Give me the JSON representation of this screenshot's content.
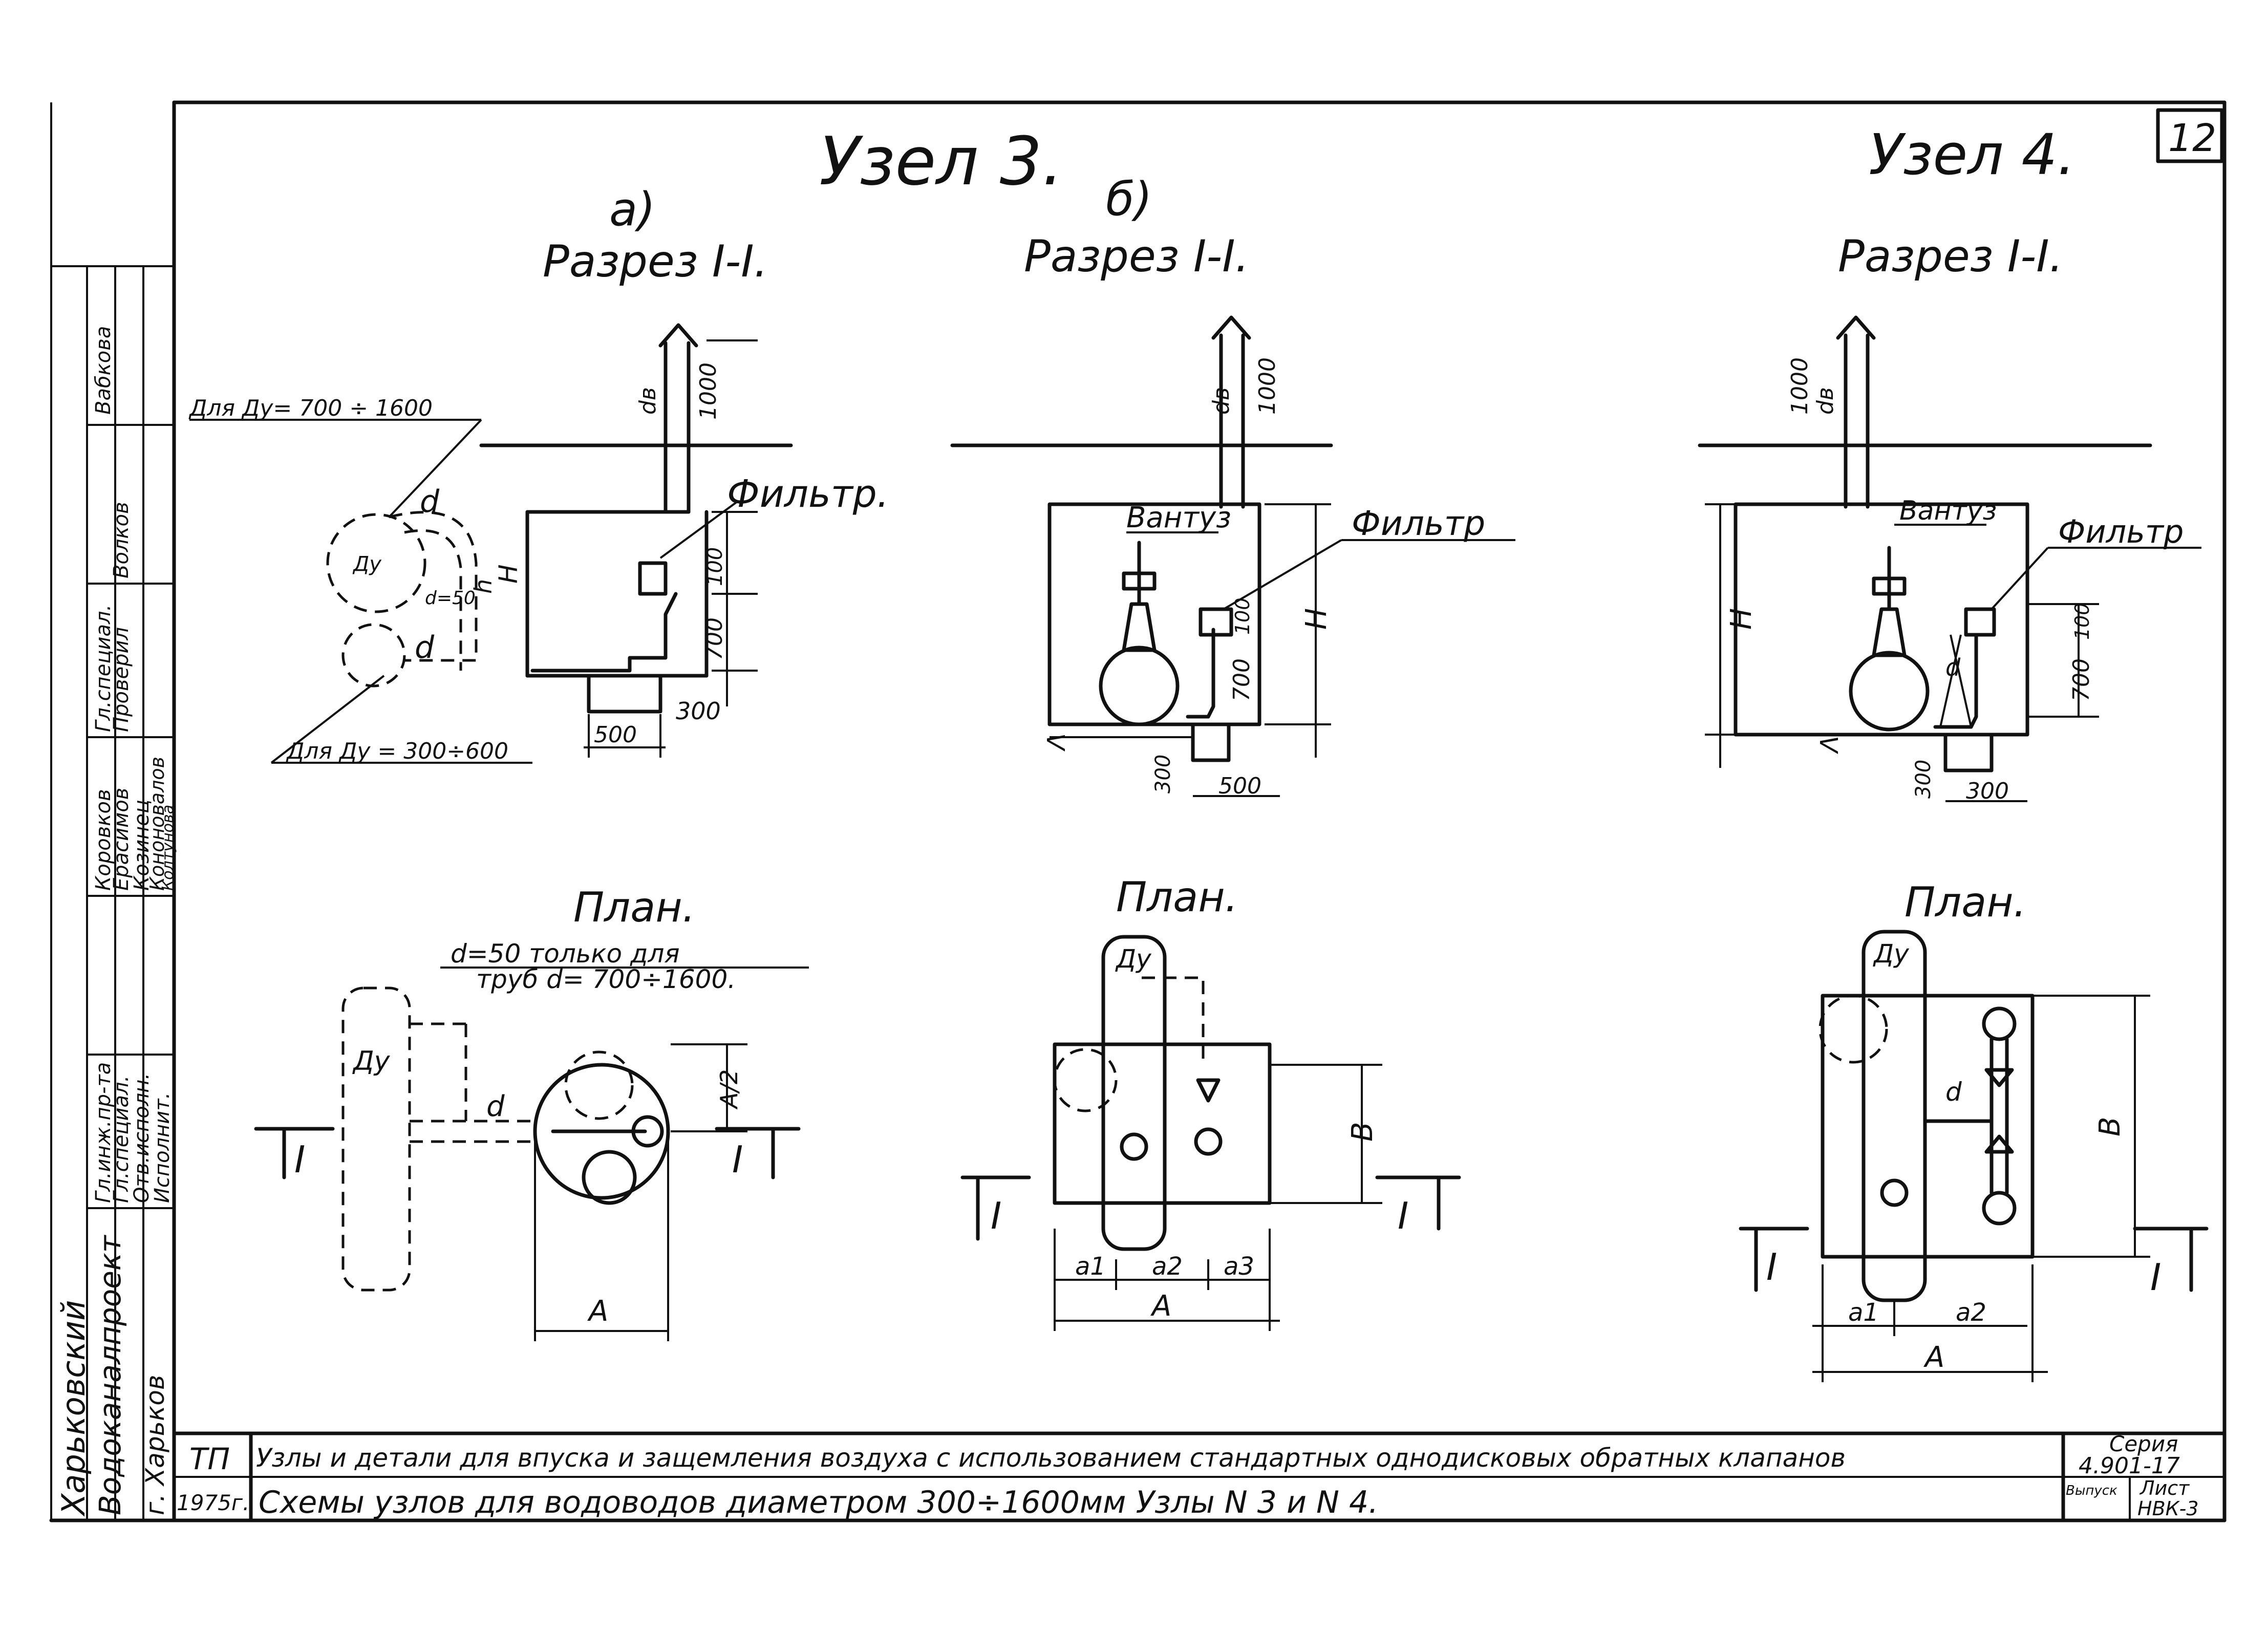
{
  "sheet_number": "12",
  "node3": {
    "title": "Узел 3.",
    "a": {
      "label": "а)",
      "section": "Разрез I-I.",
      "note_large": "Для Ду= 700 ÷ 1600",
      "note_small": "Для Ду = 300÷600",
      "filter": "Фильтр.",
      "dim_d_top": "d",
      "dim_d_bottom": "d",
      "dim_H": "H",
      "dim_h": "h",
      "dim_1000": "1000",
      "dim_dv": "dв",
      "dim_700": "700",
      "dim_100": "100",
      "dim_300": "300",
      "dim_500": "500",
      "dim_50": "d=50",
      "dim_Dy": "Ду",
      "plan_title": "План.",
      "plan_note_1": "d=50  только для",
      "plan_note_2": "труб d= 700÷1600.",
      "plan_Dy": "Ду",
      "plan_d": "d",
      "plan_A2": "А/2",
      "plan_A": "А",
      "cut_left": "I",
      "cut_right": "I"
    },
    "b": {
      "label": "б)",
      "section": "Разрез I-I.",
      "vantuz": "Вантуз",
      "filter": "Фильтр",
      "dim_1000": "1000",
      "dim_dv": "dв",
      "dim_H": "H",
      "dim_700": "700",
      "dim_100": "100",
      "dim_300": "300",
      "dim_500": "500",
      "dim_A": "Λ",
      "plan_title": "План.",
      "plan_Dy": "Ду",
      "plan_B": "В",
      "plan_a1": "a1",
      "plan_a2": "a2",
      "plan_a3": "a3",
      "plan_A": "А",
      "cut_left": "I",
      "cut_right": "I"
    }
  },
  "node4": {
    "title": "Узел 4.",
    "section": "Разрез I-I.",
    "vantuz": "Вантуз",
    "filter": "Фильтр",
    "dim_1000": "1000",
    "dim_dv": "dв",
    "dim_H": "H",
    "dim_700": "700",
    "dim_100": "100",
    "dim_300": "300",
    "dim_500": "300",
    "dim_d": "d",
    "dim_A": "Λ",
    "plan_title": "План.",
    "plan_Dy": "Ду",
    "plan_d": "d",
    "plan_B": "В",
    "plan_a1": "a1",
    "plan_a2": "a2",
    "plan_A": "А",
    "cut_left": "I",
    "cut_right": "I"
  },
  "side_stamp": {
    "org": "Харьковский",
    "org2": "Водоканалпроект",
    "city": "г. Харьков",
    "rows": [
      {
        "role": "Гл.инж.пр-та",
        "name": "Вабкова"
      },
      {
        "role": "Гл.специал.",
        "name": "Волков"
      },
      {
        "role": "Гл.специал.",
        "name": "Проверил"
      },
      {
        "role": "Отв.исполн.",
        "name": "Коровков"
      },
      {
        "role": "Исполнит.",
        "name": "Ерасимов"
      }
    ],
    "names": [
      "Коровков",
      "Ерасимов",
      "Козинец",
      "Кононовалов",
      "Колтунова"
    ]
  },
  "title_block": {
    "code": "ТП",
    "year": "1975г.",
    "line1": "Узлы и детали для впуска и защемления воздуха с использованием стандартных однодисковых обратных клапанов",
    "line2": "Схемы узлов для водоводов диаметром 300÷1600мм Узлы N 3 и N 4.",
    "series_label": "Серия",
    "series": "4.901-17",
    "issue_label": "Выпуск",
    "sheet_label": "Лист",
    "sheet_code": "НВК-3"
  }
}
